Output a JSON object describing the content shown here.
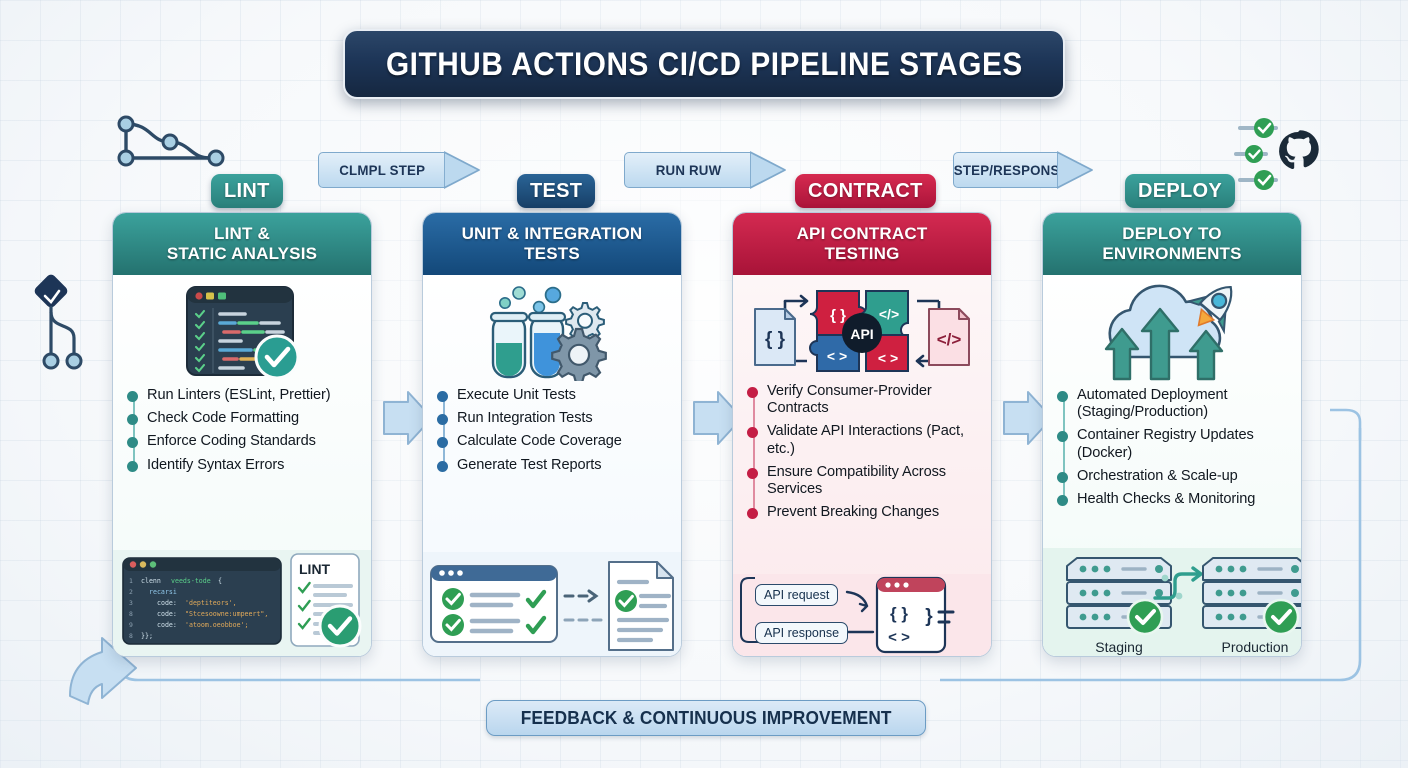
{
  "title": "GITHUB ACTIONS CI/CD PIPELINE STAGES",
  "footer_banner": "FEEDBACK & CONTINUOUS IMPROVEMENT",
  "colors": {
    "teal": "#2e8b86",
    "blue": "#1d5c94",
    "red": "#c41e45",
    "navy": "#1d3557",
    "green_check": "#2f9e54",
    "arrow_fill": "#bcd9ef"
  },
  "stage_chips": [
    {
      "label": "LINT",
      "color": "#2e8b86"
    },
    {
      "label": "TEST",
      "color": "#1d4e7e"
    },
    {
      "label": "CONTRACT",
      "color": "#c41e45"
    },
    {
      "label": "DEPLOY",
      "color": "#2e8b86"
    }
  ],
  "connectors": [
    {
      "label": "CLMPL STEP"
    },
    {
      "label": "RUN RUW"
    },
    {
      "label": "STEP/RESPONS"
    }
  ],
  "cards": [
    {
      "title_line1": "LINT &",
      "title_line2": "STATIC ANALYSIS",
      "header_color": "#2e8b86",
      "accent": "#2e8b86",
      "body_bg": "#f5fbfa",
      "icon": "code-editor-check-icon",
      "bullets": [
        "Run Linters (ESLint, Prettier)",
        "Check Code Formatting",
        "Enforce Coding Standards",
        "Identify Syntax Errors"
      ],
      "art": {
        "kind": "code-window-lint-checklist",
        "checklist_title": "LINT",
        "code_lines": [
          "clenn veeds-tode {",
          "recarsi",
          "code: 'deptiteors',",
          "code: \"Stcesoowne:umpeert\",",
          "code: 'atoom.oeobboe';",
          "}};"
        ],
        "line_numbers": [
          "1",
          "2",
          "3",
          "8",
          "9",
          "8"
        ]
      }
    },
    {
      "title_line1": "UNIT & INTEGRATION",
      "title_line2": "TESTS",
      "header_color": "#1d5c94",
      "accent": "#2b6ca3",
      "body_bg": "#f7fbfd",
      "icon": "test-tubes-gears-icon",
      "bullets": [
        "Execute Unit Tests",
        "Run Integration Tests",
        "Calculate Code Coverage",
        "Generate Test Reports"
      ],
      "art": {
        "kind": "test-results-to-report"
      }
    },
    {
      "title_line1": "API CONTRACT",
      "title_line2": "TESTING",
      "header_color": "#c41e45",
      "accent": "#c41e45",
      "body_bg": "#fdf3f5",
      "icon": "api-puzzle-icon",
      "bullets": [
        "Verify Consumer-Provider Contracts",
        "Validate API Interactions (Pact, etc.)",
        "Ensure Compatibility Across Services",
        "Prevent Breaking Changes"
      ],
      "art": {
        "kind": "api-request-response",
        "request_label": "API request",
        "response_label": "API response"
      }
    },
    {
      "title_line1": "DEPLOY TO",
      "title_line2": "ENVIRONMENTS",
      "header_color": "#2e8b86",
      "accent": "#2e8b86",
      "body_bg": "#f4fbf9",
      "icon": "cloud-rocket-arrows-icon",
      "bullets": [
        "Automated Deployment (Staging/Production)",
        "Container Registry Updates (Docker)",
        "Orchestration & Scale-up",
        "Health Checks & Monitoring"
      ],
      "art": {
        "kind": "server-racks",
        "env_left": "Staging",
        "env_right": "Production"
      }
    }
  ],
  "decorations": {
    "git_graph_left": "git-branch-icon",
    "git_graph_top": "commit-graph-icon",
    "github_logo": "github-logo-icon",
    "checklist_toggles": "check-toggle-list-icon"
  }
}
